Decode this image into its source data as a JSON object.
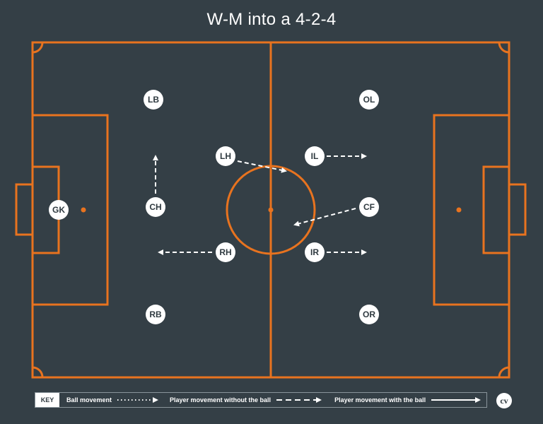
{
  "title": "W-M into a 4-2-4",
  "colors": {
    "pitch_line": "#e8731f",
    "background": "#343f46",
    "marker": "#ffffff"
  },
  "players": [
    {
      "label": "GK"
    },
    {
      "label": "LB"
    },
    {
      "label": "RB"
    },
    {
      "label": "CH"
    },
    {
      "label": "LH"
    },
    {
      "label": "RH"
    },
    {
      "label": "IL"
    },
    {
      "label": "IR"
    },
    {
      "label": "CF"
    },
    {
      "label": "OL"
    },
    {
      "label": "OR"
    }
  ],
  "key": {
    "label": "KEY",
    "items": [
      {
        "label": "Ball movement",
        "style": "dotted"
      },
      {
        "label": "Player movement without the ball",
        "style": "dashed"
      },
      {
        "label": "Player movement with the ball",
        "style": "solid"
      }
    ]
  },
  "logo": "cv"
}
